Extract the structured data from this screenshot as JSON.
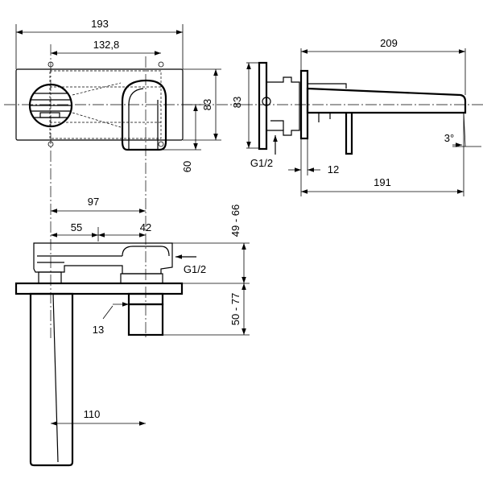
{
  "drawing": {
    "dimensions": {
      "overall_width": "193",
      "spout_offset": "132,8",
      "plate_height_front": "83",
      "lever_center_height": "60",
      "overall_length_side": "209",
      "plate_height_side": "83",
      "inlet_thread_side": "G1/2",
      "plate_thickness": "12",
      "spout_projection": "191",
      "spout_angle": "3°",
      "inlet_distance": "97",
      "left_offset": "55",
      "right_offset": "42",
      "depth_range_top": "49 - 66",
      "inlet_thread_top": "G1/2",
      "depth_range_bottom": "50 - 77",
      "gap": "13",
      "spout_distance": "110"
    }
  }
}
